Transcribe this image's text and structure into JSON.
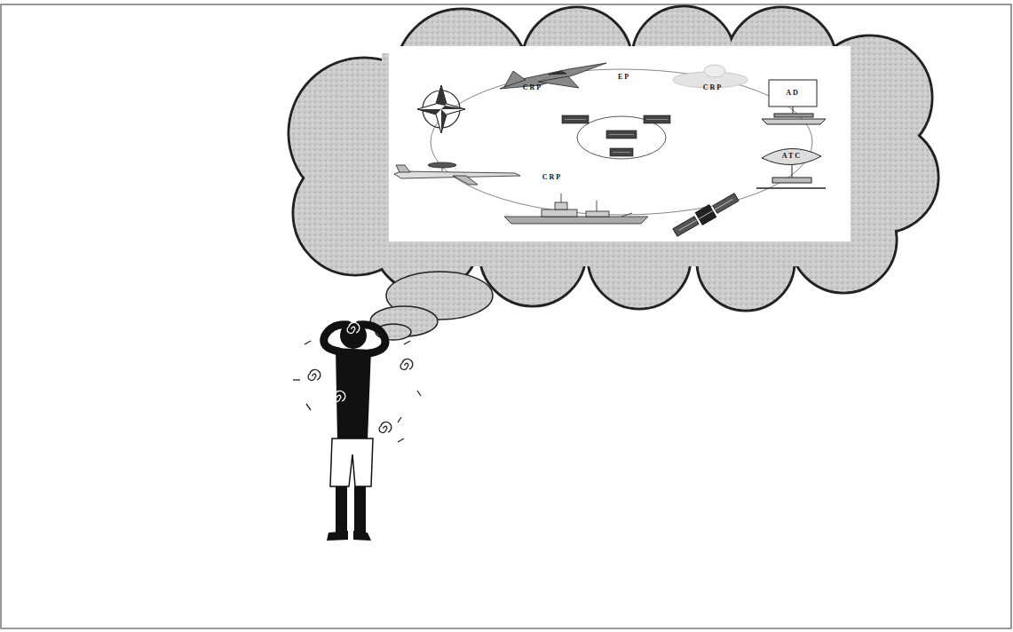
{
  "diagram": {
    "labels": [
      "CRP",
      "EP",
      "CRP",
      "AD",
      "ATC",
      "CRP"
    ]
  }
}
